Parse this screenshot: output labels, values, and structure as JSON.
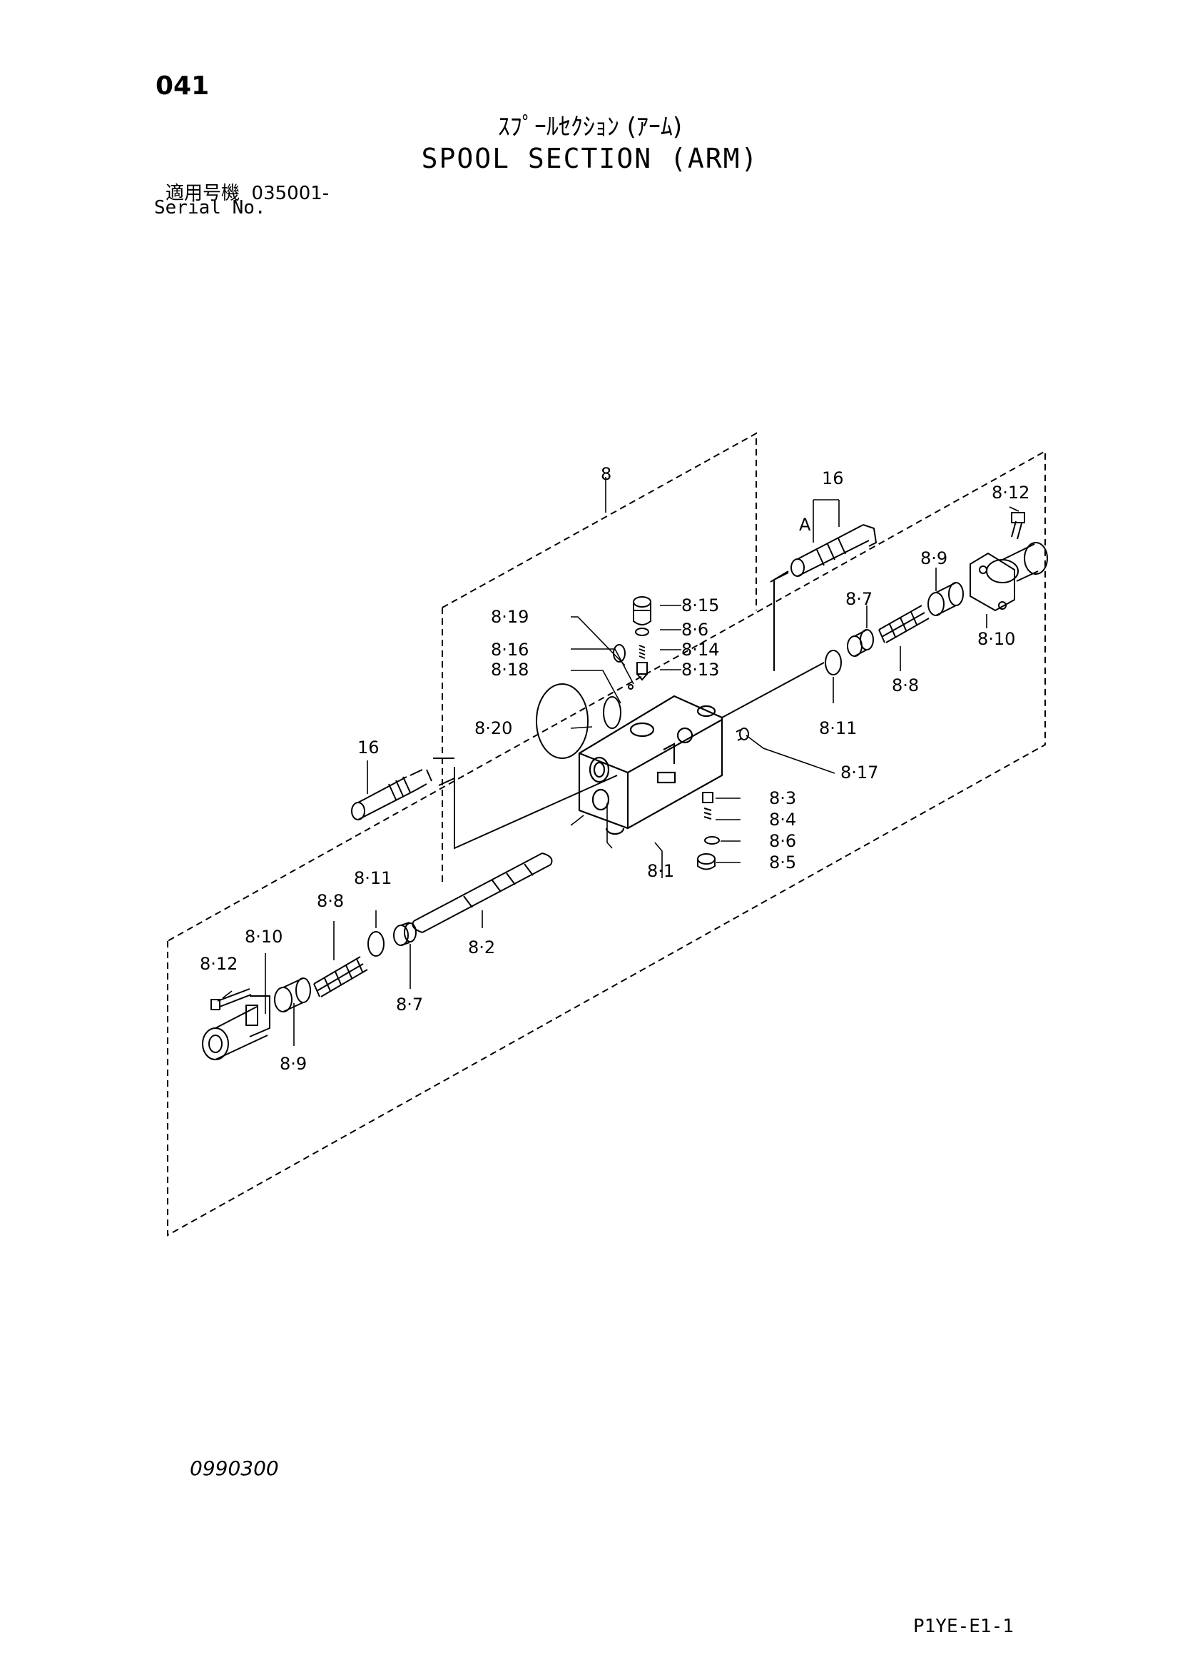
{
  "header": {
    "page_number": "041",
    "title_jp": "ｽﾌﾟｰﾙｾｸｼｮﾝ (ｱｰﾑ)",
    "title_en": "SPOOL SECTION (ARM)",
    "serial_label_jp": "適用号機",
    "serial_value": "035001-",
    "serial_label_en": "Serial No."
  },
  "footer": {
    "figure_number": "0990300",
    "page_ref": "P1YE-E1-1"
  },
  "callouts": {
    "c8": "8",
    "c16_top": "16",
    "c16_left": "16",
    "cA": "A",
    "c8_12_top": "8·12",
    "c8_9_top": "8·9",
    "c8_10_top": "8·10",
    "c8_7_top": "8·7",
    "c8_8_top": "8·8",
    "c8_11_top": "8·11",
    "c8_15": "8·15",
    "c8_6_top": "8·6",
    "c8_14": "8·14",
    "c8_13": "8·13",
    "c8_19": "8·19",
    "c8_16": "8·16",
    "c8_18": "8·18",
    "c8_20": "8·20",
    "c8_17": "8·17",
    "c8_3": "8·3",
    "c8_4": "8·4",
    "c8_6_bot": "8·6",
    "c8_5": "8·5",
    "c8_1": "8·1",
    "c8_2": "8·2",
    "c8_11_bot": "8·11",
    "c8_8_bot": "8·8",
    "c8_10_bot": "8·10",
    "c8_12_bot": "8·12",
    "c8_7_bot": "8·7",
    "c8_9_bot": "8·9"
  }
}
